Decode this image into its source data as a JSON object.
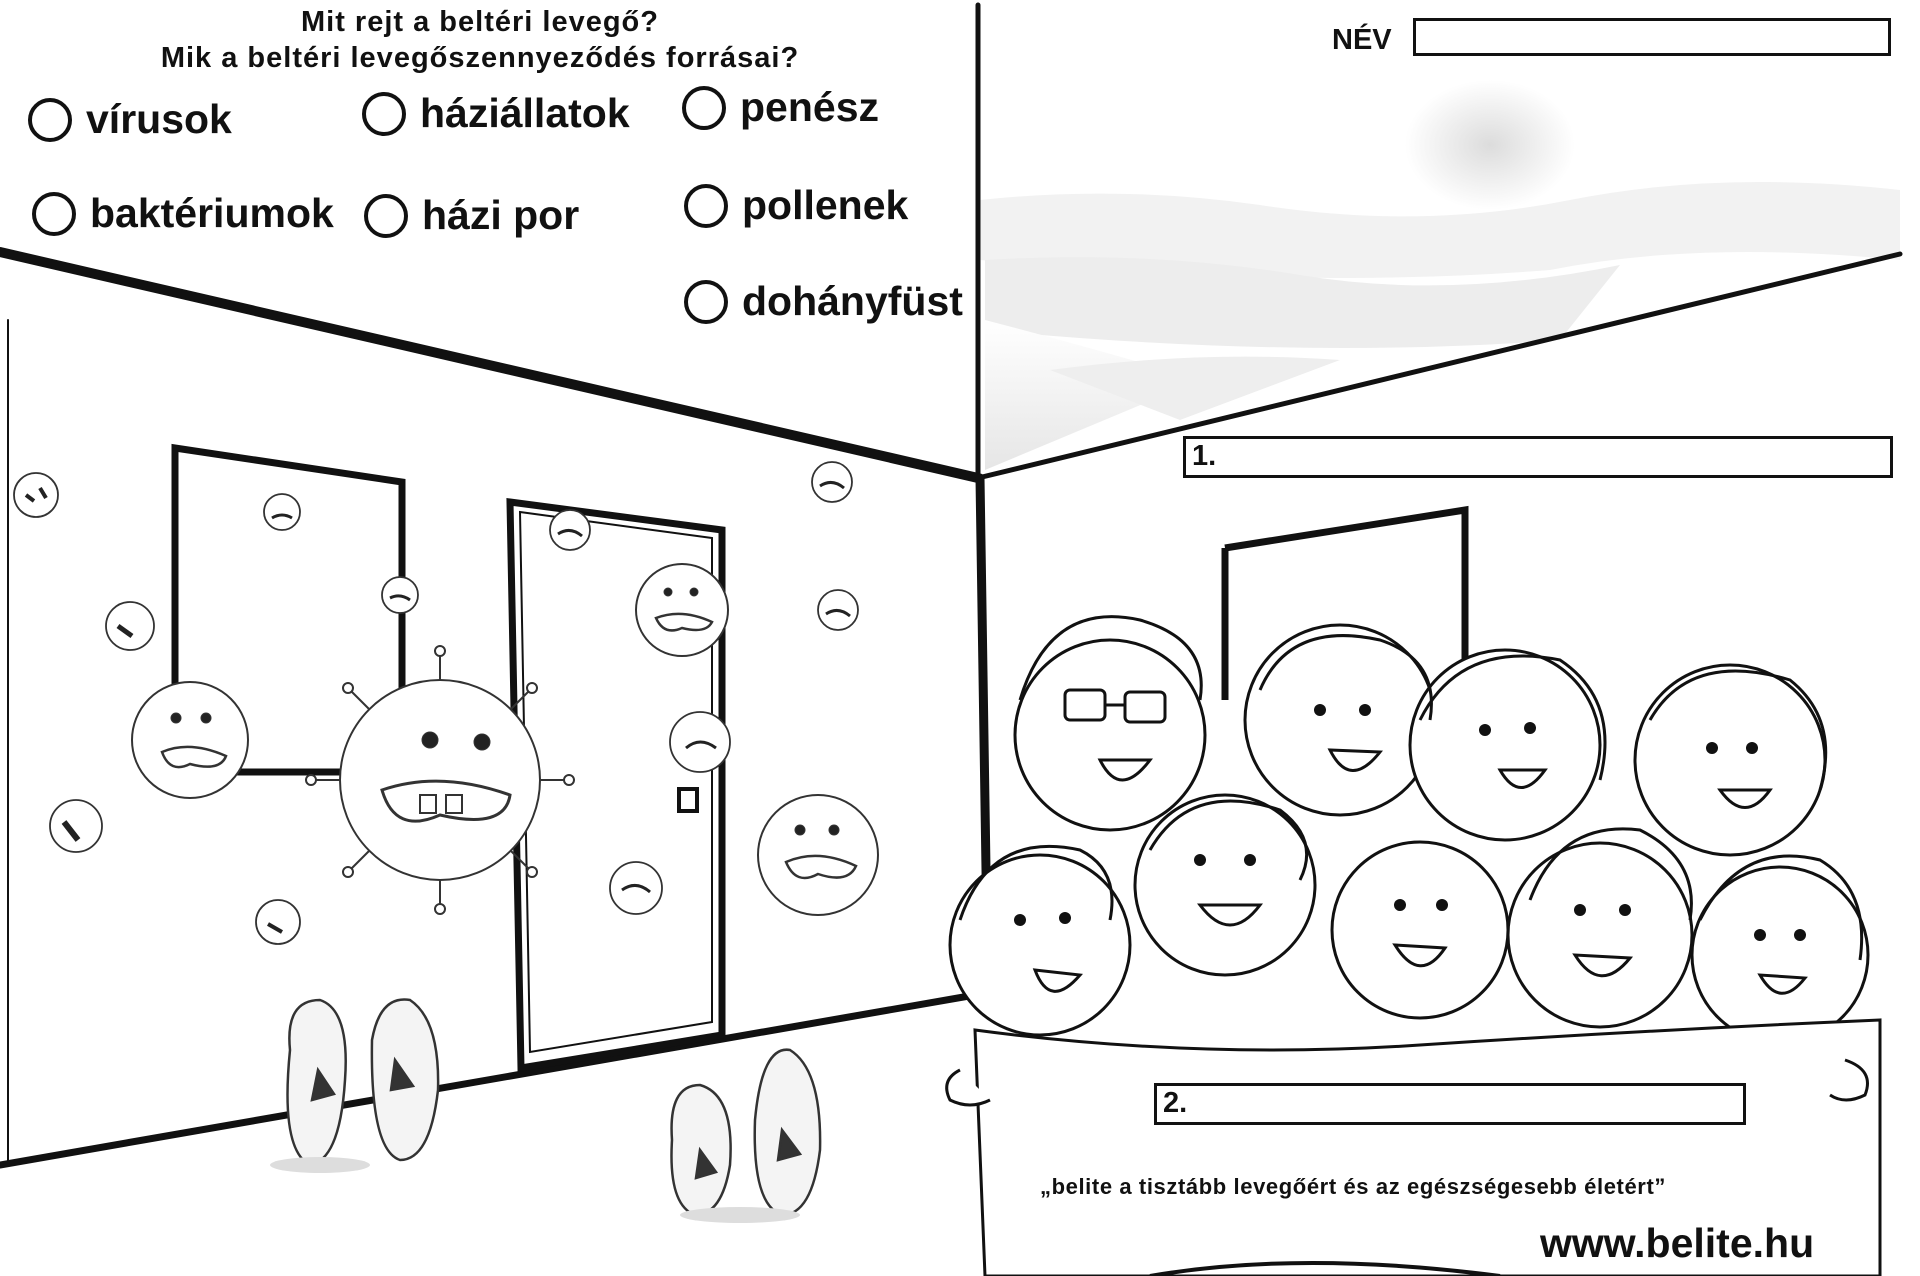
{
  "worksheet": {
    "title_line1": "Mit rejt a beltéri levegő?",
    "title_line2": "Mik a beltéri levegőszennyeződés forrásai?",
    "options": [
      "vírusok",
      "háziállatok",
      "penész",
      "baktériumok",
      "házi por",
      "pollenek",
      "dohányfüst"
    ],
    "name_label": "NÉV",
    "answer1_label": "1.",
    "answer2_label": "2.",
    "slogan": "„belite a tisztább levegőért és az egészségesebb életért”",
    "website": "www.belite.hu"
  }
}
